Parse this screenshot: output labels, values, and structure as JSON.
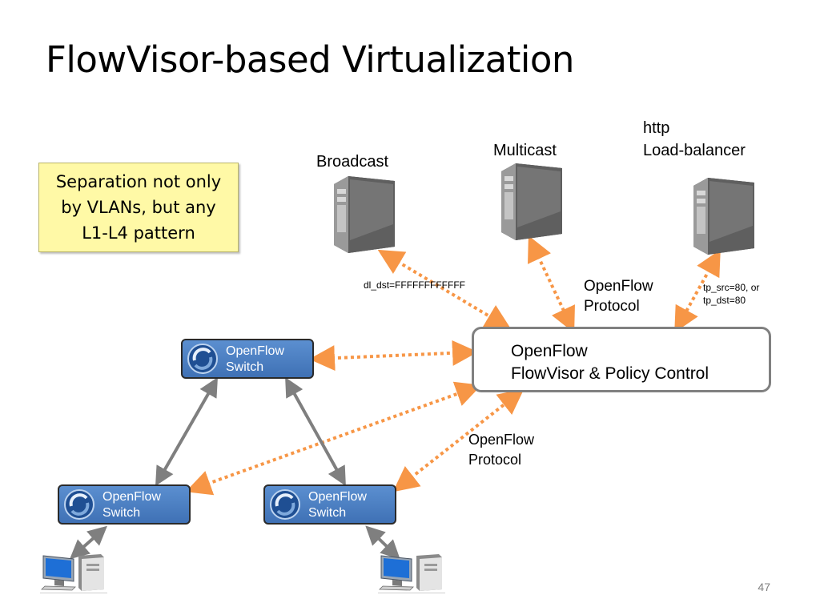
{
  "title": "FlowVisor-based Virtualization",
  "note": "Separation not only by VLANs, but any L1-L4 pattern",
  "servers": {
    "broadcast": "Broadcast",
    "multicast": "Multicast",
    "http_line1": "http",
    "http_line2": "Load-balancer"
  },
  "match_labels": {
    "broadcast": "dl_dst=FFFFFFFFFFFF",
    "http_line1": "tp_src=80, or",
    "http_line2": "tp_dst=80"
  },
  "protocol_upper": {
    "line1": "OpenFlow",
    "line2": "Protocol"
  },
  "protocol_lower": {
    "line1": "OpenFlow",
    "line2": "Protocol"
  },
  "controller": {
    "line1": "OpenFlow",
    "line2": "FlowVisor & Policy Control"
  },
  "switches": [
    {
      "line1": "OpenFlow",
      "line2": "Switch"
    },
    {
      "line1": "OpenFlow",
      "line2": "Switch"
    },
    {
      "line1": "OpenFlow",
      "line2": "Switch"
    }
  ],
  "page_number": "47",
  "colors": {
    "openflow_link": "#f79646",
    "physical_link": "#7f7f7f",
    "switch_fill": "#4a7ec1",
    "note_fill": "#fff9a6"
  }
}
